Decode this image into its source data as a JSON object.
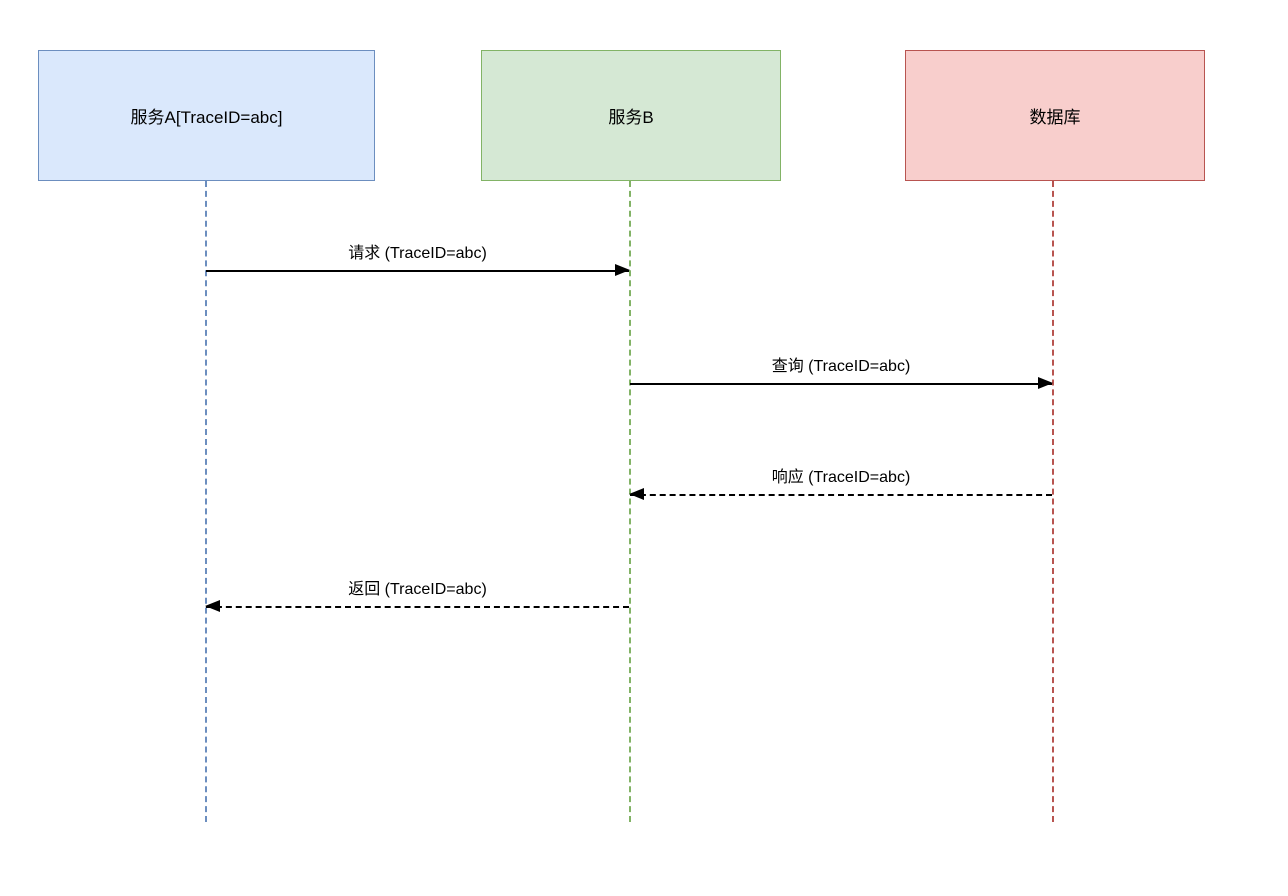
{
  "diagram": {
    "type": "sequence-diagram",
    "participants": [
      {
        "id": "service-a",
        "label": "服务A[TraceID=abc]",
        "fill": "#dae8fc",
        "stroke": "#6c8ebf"
      },
      {
        "id": "service-b",
        "label": "服务B",
        "fill": "#d5e8d4",
        "stroke": "#82b366"
      },
      {
        "id": "database",
        "label": "数据库",
        "fill": "#f8cecc",
        "stroke": "#b85450"
      }
    ],
    "messages": [
      {
        "label": "请求 (TraceID=abc)",
        "from": "服务A[TraceID=abc]",
        "to": "服务B",
        "line": "solid",
        "direction": "right"
      },
      {
        "label": "查询 (TraceID=abc)",
        "from": "服务B",
        "to": "数据库",
        "line": "solid",
        "direction": "right"
      },
      {
        "label": "响应 (TraceID=abc)",
        "from": "数据库",
        "to": "服务B",
        "line": "dashed",
        "direction": "left"
      },
      {
        "label": "返回 (TraceID=abc)",
        "from": "服务B",
        "to": "服务A[TraceID=abc]",
        "line": "dashed",
        "direction": "left"
      }
    ],
    "colors": {
      "background": "#ffffff",
      "line": "#000000"
    }
  }
}
